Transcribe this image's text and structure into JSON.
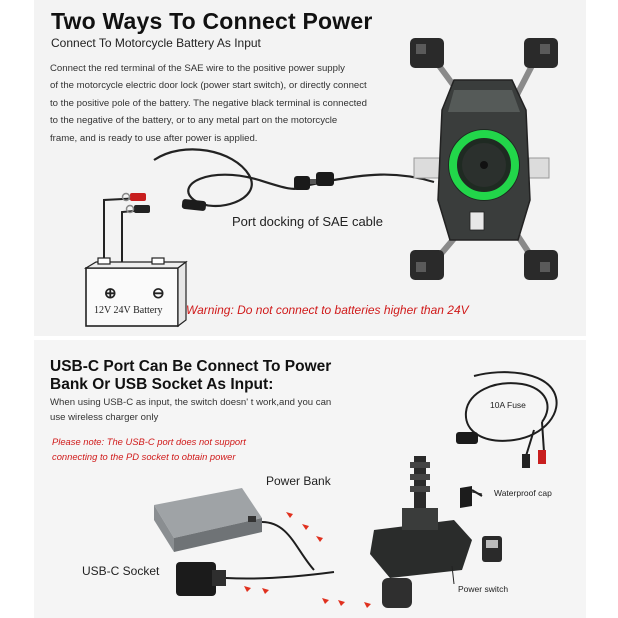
{
  "section1": {
    "title": "Two Ways To Connect Power",
    "subtitle": "Connect To Motorcycle Battery As Input",
    "description_lines": [
      "Connect the red terminal of the SAE wire to the positive power supply",
      "of the motorcycle electric door lock (power start switch), or directly connect",
      "to the positive pole of the battery. The negative black terminal is connected",
      "to the negative of the battery, or to any metal part on the motorcycle",
      "frame, and is ready to use after power is applied."
    ],
    "sae_caption": "Port docking of SAE cable",
    "battery_label": "12V 24V Battery",
    "warning": "Warning: Do not connect to batteries higher than 24V"
  },
  "section2": {
    "title_line1": "USB-C Port Can Be Connect To Power",
    "title_line2": "Bank Or USB Socket As Input:",
    "description_lines": [
      "When using USB-C as input, the switch doesn' t work,and you can",
      "use wireless charger only"
    ],
    "note_lines": [
      "Please note: The USB-C port does not support",
      "connecting to the PD socket to obtain power"
    ],
    "labels": {
      "fuse": "10A Fuse",
      "power_bank": "Power Bank",
      "waterproof_cap": "Waterproof cap",
      "usbc_socket": "USB-C Socket",
      "power_switch": "Power switch"
    }
  },
  "colors": {
    "accent_green": "#22d64a",
    "warning_red": "#d01a1a",
    "arrow_red": "#e0301e"
  }
}
